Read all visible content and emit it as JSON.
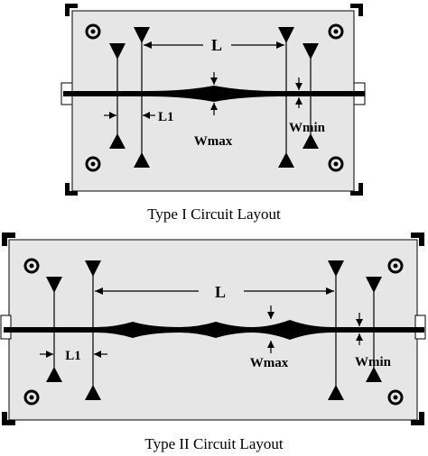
{
  "colors": {
    "board": "#e6e6e6",
    "ink": "#000000",
    "background": "#ffffff"
  },
  "type1": {
    "caption": "Type I Circuit Layout",
    "label_L": "L",
    "label_L1": "L1",
    "label_wmax": "Wmax",
    "label_wmin": "Wmin"
  },
  "type2": {
    "caption": "Type II Circuit Layout",
    "label_L": "L",
    "label_L1": "L1",
    "label_wmax": "Wmax",
    "label_wmin": "Wmin"
  }
}
